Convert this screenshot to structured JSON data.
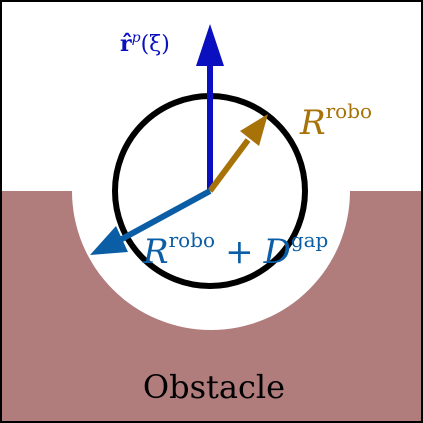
{
  "labels": {
    "normal_vector": {
      "symbol": "r̂",
      "superscript": "p",
      "argument": "(ξ)"
    },
    "robot_radius": {
      "symbol": "R",
      "superscript": "robo"
    },
    "gap_radius": {
      "symbol_1": "R",
      "superscript_1": "robo",
      "operator": "+",
      "symbol_2": "D",
      "superscript_2": "gap"
    },
    "obstacle": "Obstacle"
  },
  "colors": {
    "obstacle_fill": "#b07c7c",
    "border": "#000000",
    "robot_circle": "#000000",
    "normal_arrow": "#0a10c0",
    "robot_radius_arrow": "#a77208",
    "gap_arrow": "#0b5ea6",
    "background": "#ffffff"
  }
}
